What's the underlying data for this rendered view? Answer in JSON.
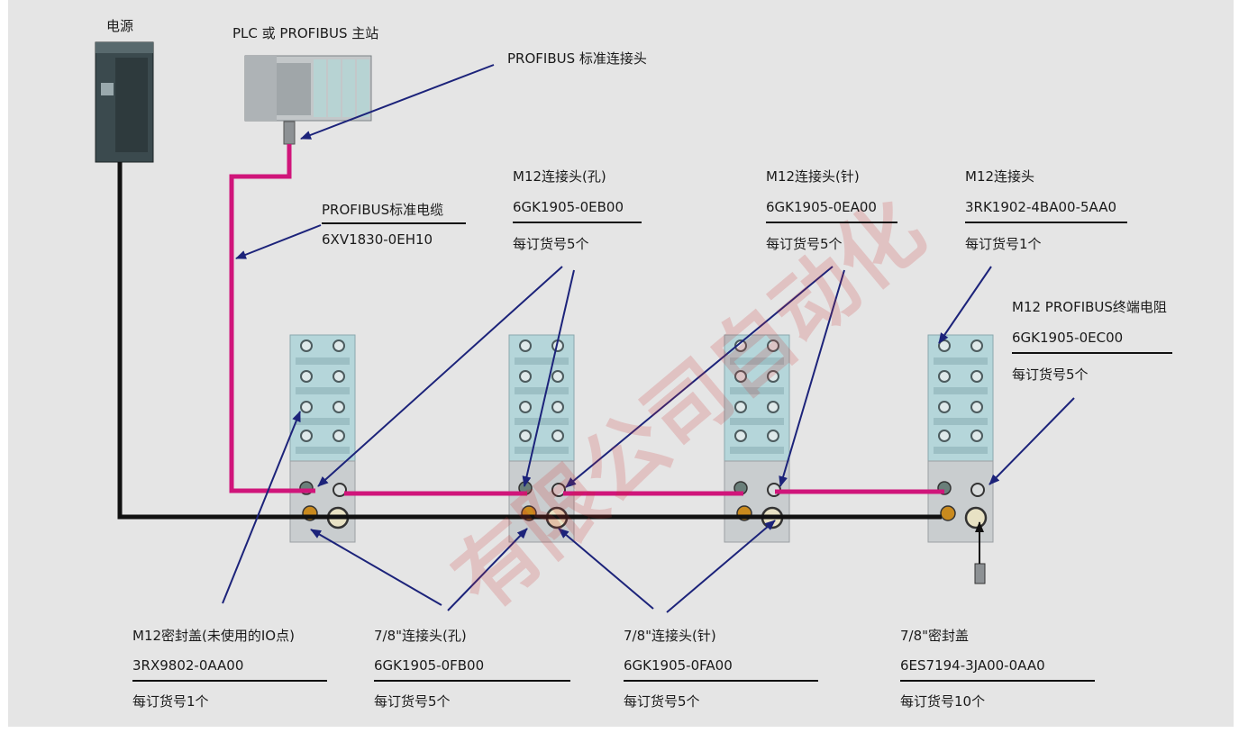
{
  "labels": {
    "power": "电源",
    "plc": "PLC 或  PROFIBUS 主站",
    "std_connector": "PROFIBUS 标准连接头",
    "cable_name": "PROFIBUS标准电缆",
    "cable_code": "6XV1830-0EH10",
    "m12_f_name": "M12连接头(孔)",
    "m12_f_code": "6GK1905-0EB00",
    "m12_f_qty": "每订货号5个",
    "m12_m_name": "M12连接头(针)",
    "m12_m_code": "6GK1905-0EA00",
    "m12_m_qty": "每订货号5个",
    "m12_name": "M12连接头",
    "m12_code": "3RK1902-4BA00-5AA0",
    "m12_qty": "每订货号1个",
    "term_name": "M12 PROFIBUS终端电阻",
    "term_code": "6GK1905-0EC00",
    "term_qty": "每订货号5个",
    "seal_name": "M12密封盖(未使用的IO点)",
    "seal_code": "3RX9802-0AA00",
    "seal_qty": "每订货号1个",
    "c78f_name": "7/8\"连接头(孔)",
    "c78f_code": "6GK1905-0FB00",
    "c78f_qty": "每订货号5个",
    "c78m_name": "7/8\"连接头(针)",
    "c78m_code": "6GK1905-0FA00",
    "c78m_qty": "每订货号5个",
    "cap78_name": "7/8\"密封盖",
    "cap78_code": "6ES7194-3JA00-0AA0",
    "cap78_qty": "每订货号10个"
  },
  "watermark": "有限公司自动化",
  "colors": {
    "profibus_cable": "#d0157a",
    "power_cable": "#111111",
    "arrow": "#1c237a",
    "background": "#e5e5e5",
    "module": "#b5d6da",
    "connector_block": "#c9cdcf"
  }
}
